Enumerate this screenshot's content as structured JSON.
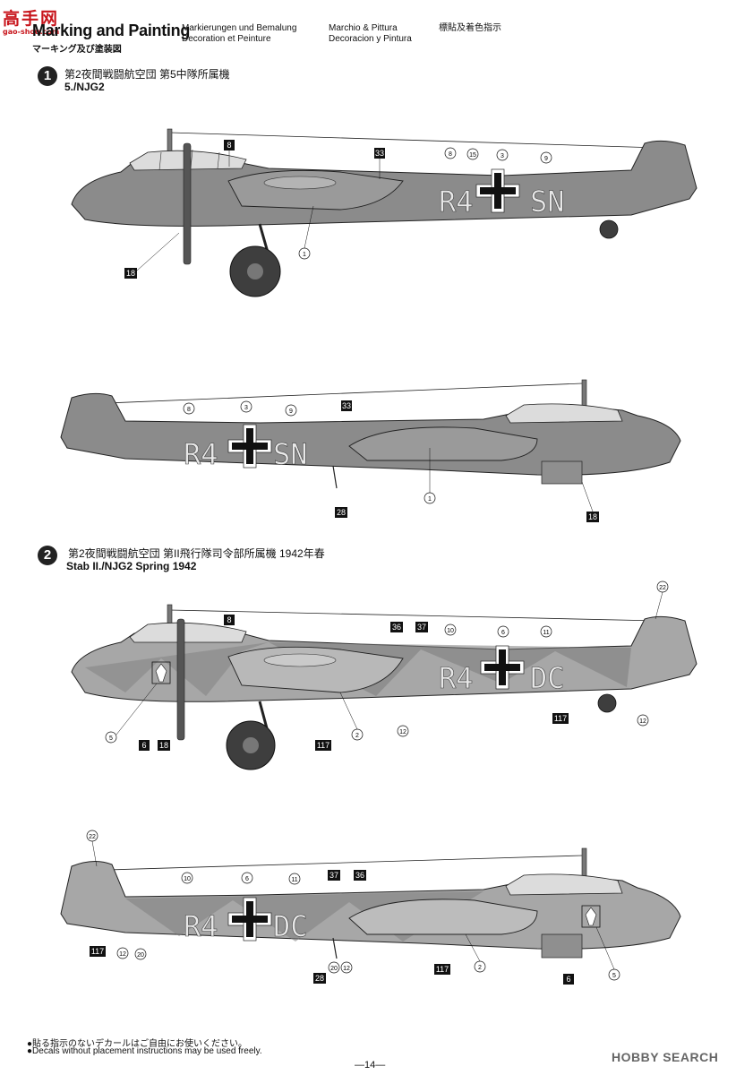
{
  "watermark": {
    "line1": "高手网",
    "line2": "gao-shou.com"
  },
  "header": {
    "title": "Marking and Painting",
    "subtitle_jp": "マーキング及び塗装図",
    "col1": [
      "Markierungen und Bemalung",
      "Decoration et Peinture"
    ],
    "col2": [
      "Marchio & Pittura",
      "Decoracion y Pintura"
    ],
    "col3": "標貼及着色指示"
  },
  "scheme1": {
    "number": "1",
    "jp": "第2夜間戦闘航空団 第5中隊所属機",
    "en": "5./NJG2"
  },
  "scheme2": {
    "number": "2",
    "jp": "第2夜間戦闘航空団 第II飛行隊司令部所属機 1942年春",
    "en": "Stab II./NJG2 Spring 1942"
  },
  "codes": {
    "p1": [
      "R4",
      "SN"
    ],
    "p2": [
      "R4",
      "DC"
    ]
  },
  "callouts": {
    "p1": [
      "8",
      "33",
      "8",
      "15",
      "3",
      "9",
      "18",
      "1"
    ],
    "p2": [
      "8",
      "3",
      "9",
      "33",
      "1",
      "28",
      "18"
    ],
    "p3": [
      "22",
      "8",
      "36",
      "37",
      "10",
      "6",
      "11",
      "5",
      "6",
      "18",
      "117",
      "2",
      "12",
      "117",
      "12"
    ],
    "p4": [
      "22",
      "10",
      "6",
      "11",
      "37",
      "36",
      "117",
      "12",
      "20",
      "28",
      "20",
      "12",
      "117",
      "2",
      "6",
      "5"
    ]
  },
  "footer": {
    "jp": "●貼る指示のないデカールはご自由にお使いください。",
    "en": "●Decals without placement instructions may be used freely.",
    "page": "—14—",
    "brand": "HOBBY SEARCH"
  },
  "colors": {
    "fuselage": "#8b8b8b",
    "fuselage_light": "#b6b6b6",
    "ink": "#111111",
    "camo_dark": "#7c7c7c"
  }
}
